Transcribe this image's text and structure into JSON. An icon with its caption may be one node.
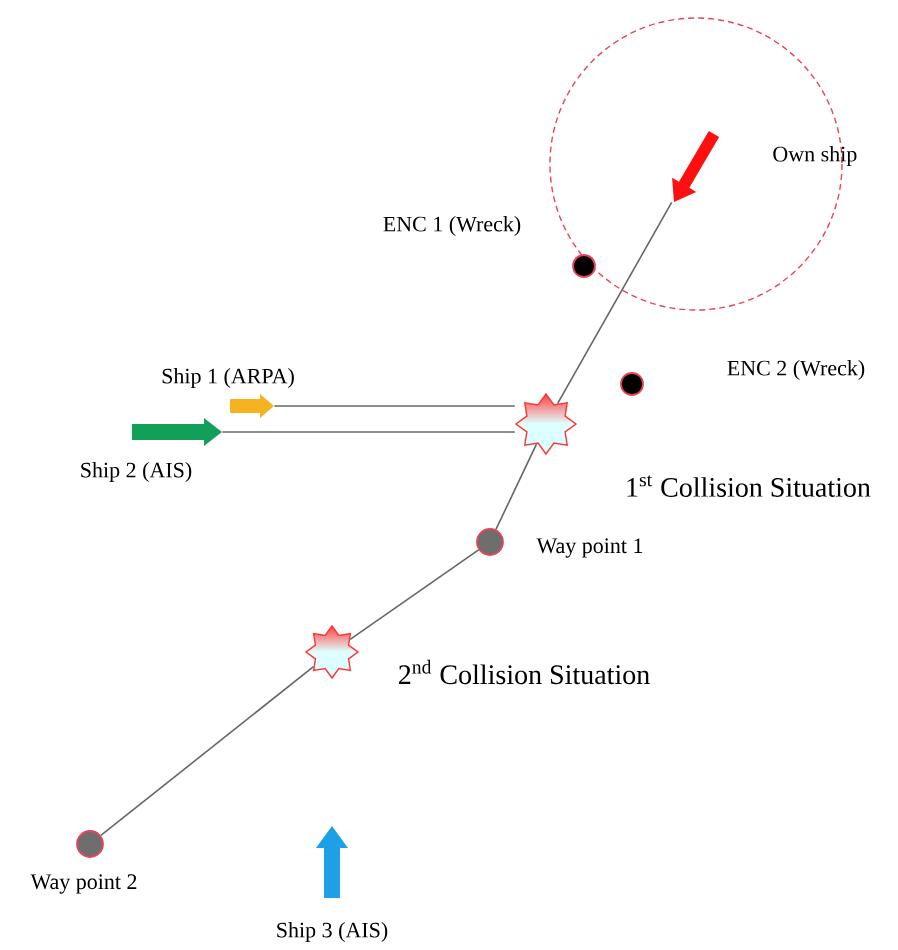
{
  "diagram": {
    "nodes": [
      {
        "text": [],
        "shape": "arrow",
        "beside": [
          "Own ship"
        ]
      },
      {
        "text": [],
        "shape": "circle",
        "beside": [
          "ENC 1 (Wreck)"
        ]
      },
      {
        "text": [],
        "shape": "circle",
        "beside": [
          "ENC 2 (Wreck)"
        ]
      },
      {
        "text": [],
        "shape": "arrow",
        "beside": [
          "Ship 1 (ARPA)"
        ]
      },
      {
        "text": [],
        "shape": "arrow",
        "beside": [
          "Ship 2 (AIS)"
        ]
      },
      {
        "text": [],
        "shape": "star",
        "beside": [
          "1$^{st}$ Collision Situation"
        ]
      },
      {
        "text": [],
        "shape": "circle",
        "beside": [
          "Way point 1"
        ]
      },
      {
        "text": [],
        "shape": "star",
        "beside": [
          "2$^{nd}$ Collision Situation"
        ]
      },
      {
        "text": [],
        "shape": "circle",
        "beside": [
          "Way point 2"
        ]
      },
      {
        "text": [],
        "shape": "arrow",
        "beside": [
          "Ship 3 (AIS)"
        ]
      }
    ],
    "edges": [
      {
        "from": 0,
        "to": 5,
        "arrow": "none"
      },
      {
        "from": 5,
        "to": 6,
        "arrow": "none"
      },
      {
        "from": 6,
        "to": 7,
        "arrow": "none"
      },
      {
        "from": 7,
        "to": 8,
        "arrow": "none"
      },
      {
        "from": 3,
        "to": 5,
        "arrow": "none"
      },
      {
        "from": 4,
        "to": 5,
        "arrow": "none"
      }
    ]
  }
}
